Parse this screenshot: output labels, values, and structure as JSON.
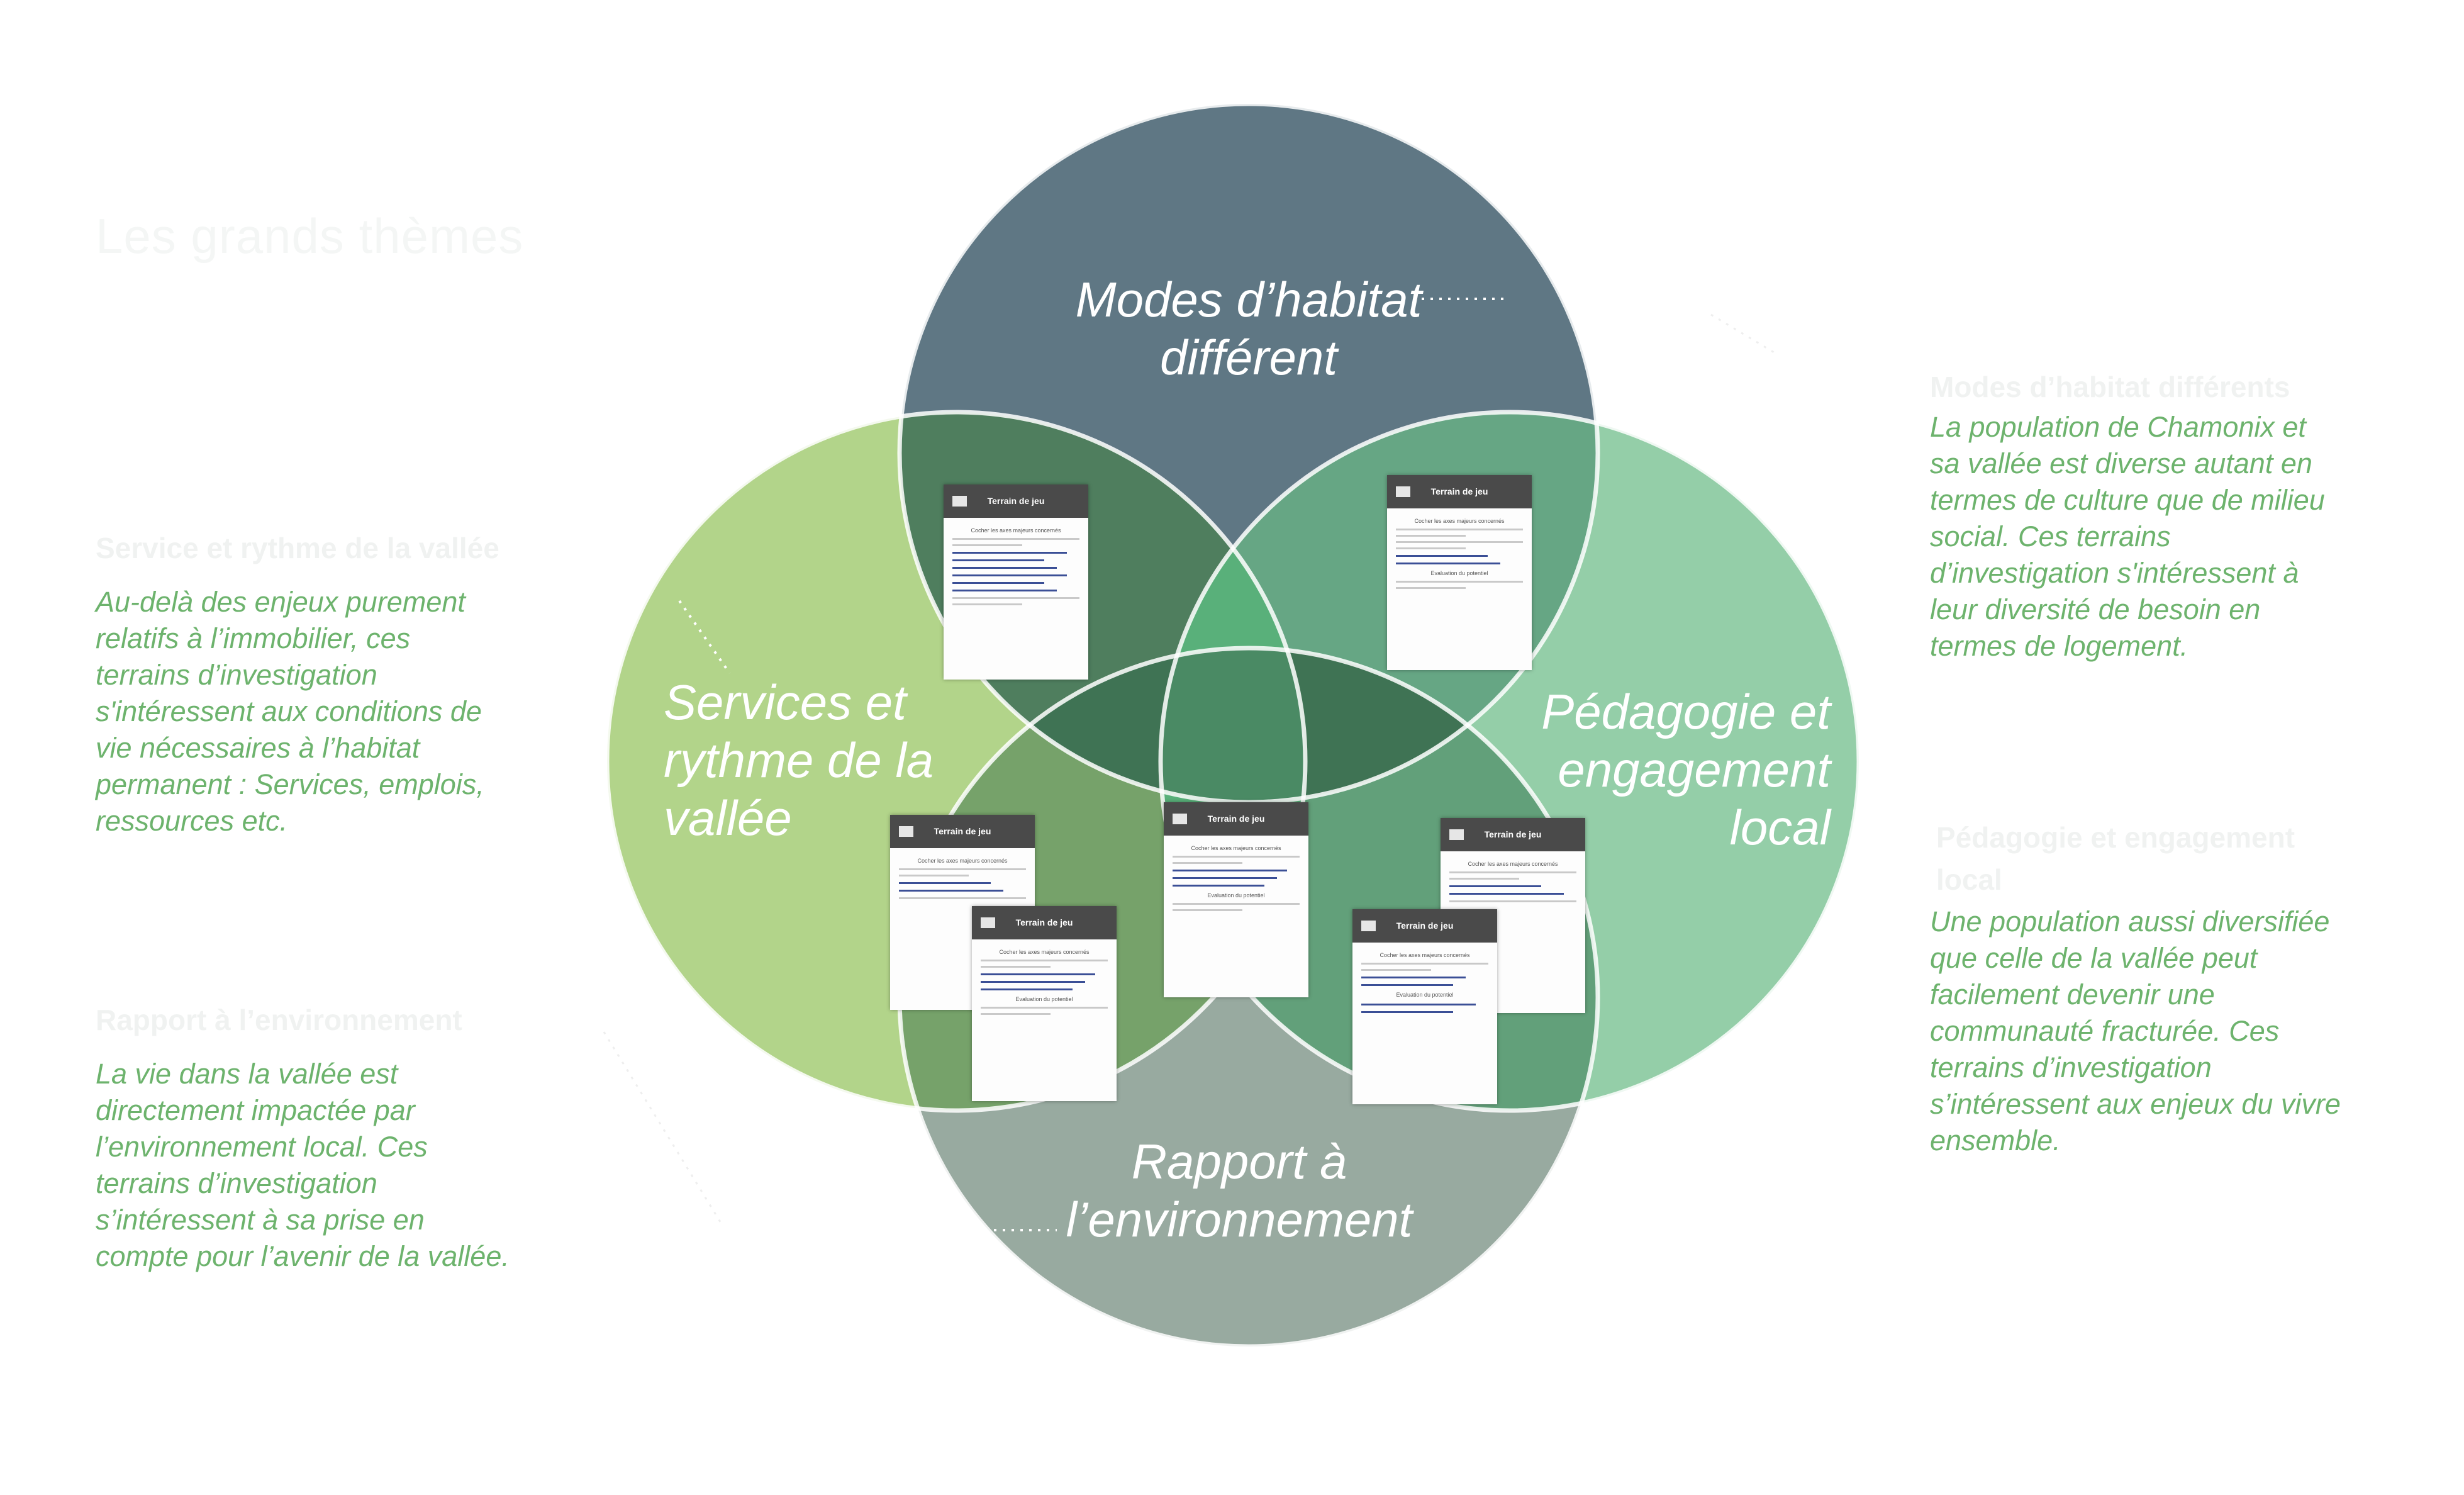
{
  "page": {
    "title": "Les grands thèmes"
  },
  "themes": {
    "habitat": {
      "circle_label": [
        "Modes d’habitat",
        "différent"
      ],
      "side_heading": "Modes d’habitat différents",
      "side_body": [
        "La population de Chamonix et",
        "sa vallée est diverse autant en",
        "termes de culture que de milieu",
        "social. Ces terrains",
        "d’investigation s'intéressent à",
        "leur diversité de besoin en",
        "termes de logement."
      ],
      "color": "#5f7784"
    },
    "services": {
      "circle_label": [
        "Services et",
        "rythme de la",
        "vallée"
      ],
      "side_heading": "Service et rythme de la vallée",
      "side_body": [
        "Au-delà des enjeux purement",
        "relatifs à l’immobilier, ces",
        "terrains d’investigation",
        "s'intéressent aux conditions de",
        "vie nécessaires à l’habitat",
        "permanent : Services, emplois,",
        "ressources etc."
      ],
      "color": "#b2d48a"
    },
    "pedagogie": {
      "circle_label": [
        "Pédagogie et",
        "engagement",
        "local"
      ],
      "side_heading": [
        "Pédagogie et engagement",
        "local"
      ],
      "side_body": [
        "Une population aussi diversifiée",
        "que celle de la vallée peut",
        "facilement devenir une",
        "communauté fracturée. Ces",
        "terrains d’investigation",
        "s’intéressent aux enjeux du vivre",
        "ensemble."
      ],
      "color": "#94cea8"
    },
    "environnement": {
      "circle_label": [
        "Rapport à",
        "l’environnement"
      ],
      "side_heading": "Rapport à l’environnement",
      "side_body": [
        "La vie dans la vallée est",
        "directement impactée par",
        "l’environnement local. Ces",
        "terrains d’investigation",
        "s’intéressent à sa prise en",
        "compte pour l’avenir de la vallée."
      ],
      "color": "#98aaa0"
    }
  },
  "cards": {
    "header_label": "Terrain de jeu",
    "subtitle": "Cocher les axes majeurs concernés",
    "section": "Evaluation du potentiel"
  }
}
